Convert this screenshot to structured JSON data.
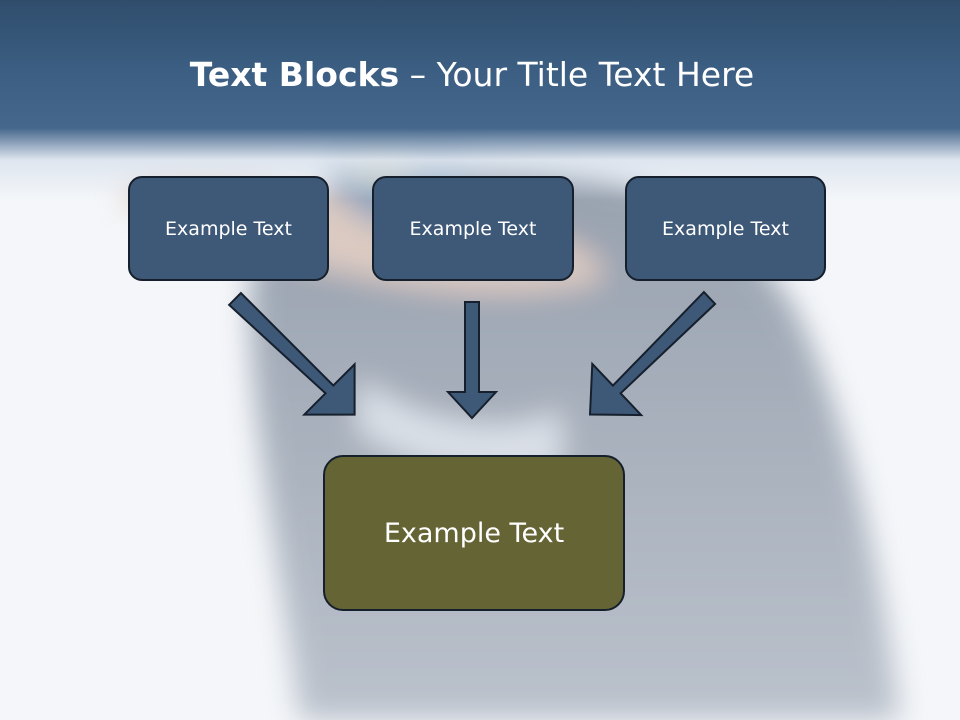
{
  "slide": {
    "title_bold": "Text Blocks",
    "title_dash": " – ",
    "title_rest": "Your Title Text Here"
  },
  "blocks": [
    {
      "label": "Example Text"
    },
    {
      "label": "Example Text"
    },
    {
      "label": "Example Text"
    }
  ],
  "center_block": {
    "label": "Example Text"
  },
  "colors": {
    "header_band": "#3b5e82",
    "block_fill": "#3e5878",
    "block_border": "#16202c",
    "center_fill": "#656435",
    "arrow_fill": "#3e5878",
    "text": "#ffffff"
  }
}
